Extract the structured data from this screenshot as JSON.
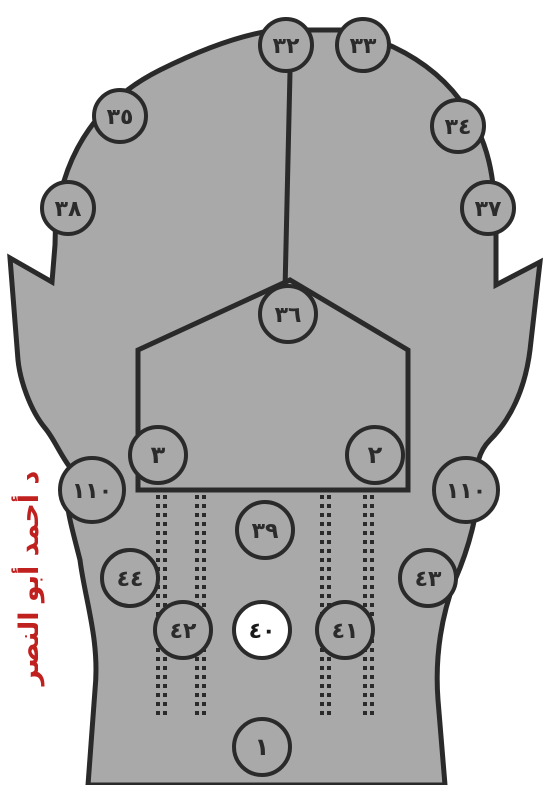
{
  "head_diagram": {
    "points": {
      "p32": "٣٢",
      "p33": "٣٣",
      "p35": "٣٥",
      "p34": "٣٤",
      "p38": "٣٨",
      "p37": "٣٧",
      "p36": "٣٦",
      "p3": "٣",
      "p2": "٢",
      "p110_left": "١١٠",
      "p110_right": "١١٠",
      "p39": "٣٩",
      "p44": "٤٤",
      "p43": "٤٣",
      "p42": "٤٢",
      "p40": "٤٠",
      "p41": "٤١",
      "p1": "١"
    },
    "highlighted_point": "p40",
    "colors": {
      "head_fill": "#a9a9a9",
      "outline": "#2a2a2a",
      "point_fill": "#a9a9a9",
      "highlight_fill": "#ffffff",
      "watermark": "#c0211f"
    }
  },
  "watermark": "د أحمد أبو النصر"
}
